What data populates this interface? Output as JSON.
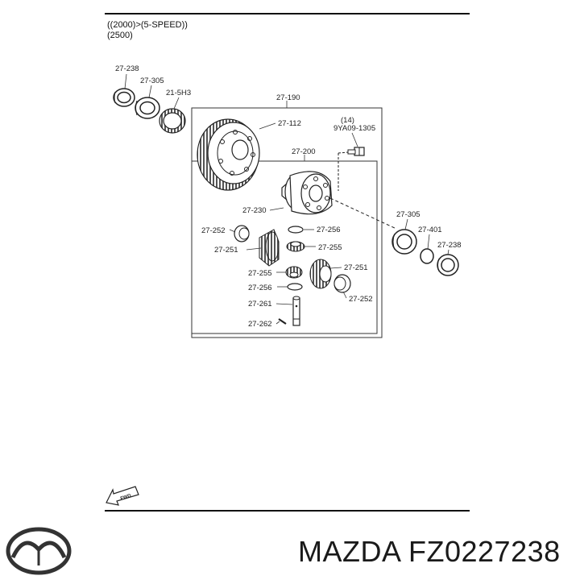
{
  "header": {
    "line1": "((2000)>(5-SPEED))",
    "line2": "(2500)"
  },
  "parts": {
    "p_27_238_a": "27-238",
    "p_27_305_a": "27-305",
    "p_21_5h3": "21-5H3",
    "p_27_190": "27-190",
    "p_27_112": "27-112",
    "p_14": "(14)",
    "p_9ya09": "9YA09-1305",
    "p_27_200": "27-200",
    "p_27_230": "27-230",
    "p_27_252_a": "27-252",
    "p_27_256_a": "27-256",
    "p_27_251_a": "27-251",
    "p_27_255_a": "27-255",
    "p_27_255_b": "27-255",
    "p_27_251_b": "27-251",
    "p_27_256_b": "27-256",
    "p_27_261": "27-261",
    "p_27_252_b": "27-252",
    "p_27_262": "27-262",
    "p_27_305_b": "27-305",
    "p_27_401": "27-401",
    "p_27_238_b": "27-238"
  },
  "fwd_label": "FWD",
  "brand_text": "MAZDA FZ0227238"
}
